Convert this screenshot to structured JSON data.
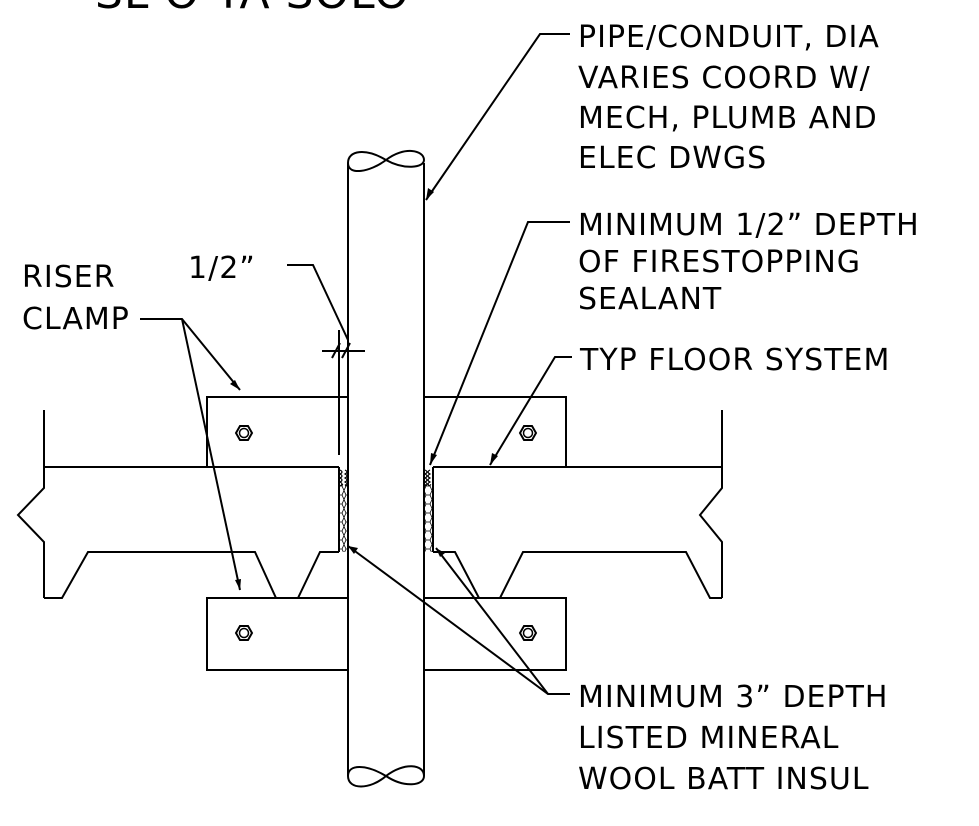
{
  "title_partial": "SL O TA SOLO",
  "labels": {
    "pipe": [
      "PIPE/CONDUIT, DIA",
      "VARIES COORD W/",
      "MECH, PLUMB AND",
      "ELEC DWGS"
    ],
    "sealant": [
      "MINIMUM 1/2” DEPTH",
      "OF FIRESTOPPING",
      "SEALANT"
    ],
    "riser": [
      "RISER",
      "CLAMP"
    ],
    "dimension": "1/2”",
    "floor": "TYP FLOOR SYSTEM",
    "insulation": [
      "MINIMUM 3” DEPTH",
      "LISTED MINERAL",
      "WOOL BATT INSUL"
    ]
  }
}
